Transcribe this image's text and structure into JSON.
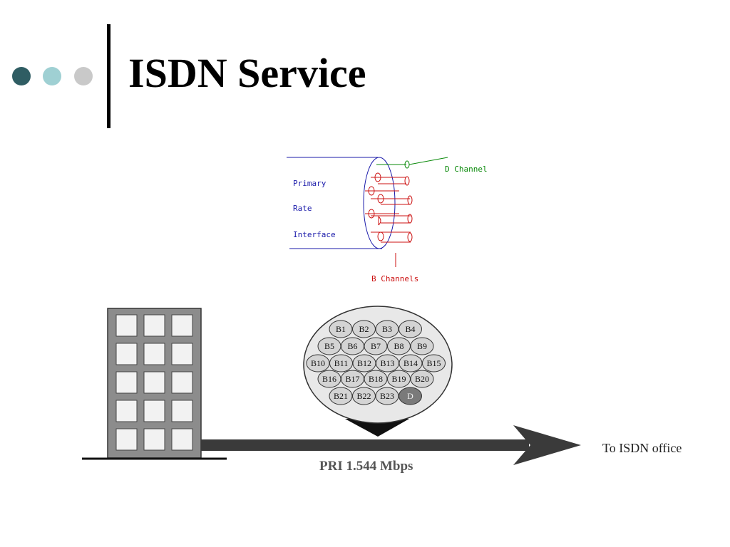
{
  "slide": {
    "title": "ISDN Service",
    "bullet_colors": [
      "#2f5d63",
      "#9fd0d3",
      "#c9c9c9"
    ]
  },
  "pri_diagram": {
    "labels": [
      "Primary",
      "Rate",
      "Interface"
    ],
    "d_channel_label": "D Channel",
    "b_channels_label": "B Channels",
    "colors": {
      "interface": "#1a1aaa",
      "d_channel": "#0a8a0a",
      "b_channels": "#cc1111"
    }
  },
  "channel_bundle": {
    "rows": [
      [
        "B1",
        "B2",
        "B3",
        "B4"
      ],
      [
        "B5",
        "B6",
        "B7",
        "B8",
        "B9"
      ],
      [
        "B10",
        "B11",
        "B12",
        "B13",
        "B14",
        "B15"
      ],
      [
        "B16",
        "B17",
        "B18",
        "B19",
        "B20"
      ],
      [
        "B21",
        "B22",
        "B23",
        "D"
      ]
    ]
  },
  "link": {
    "rate_label": "PRI 1.544 Mbps",
    "destination_label": "To ISDN office"
  }
}
